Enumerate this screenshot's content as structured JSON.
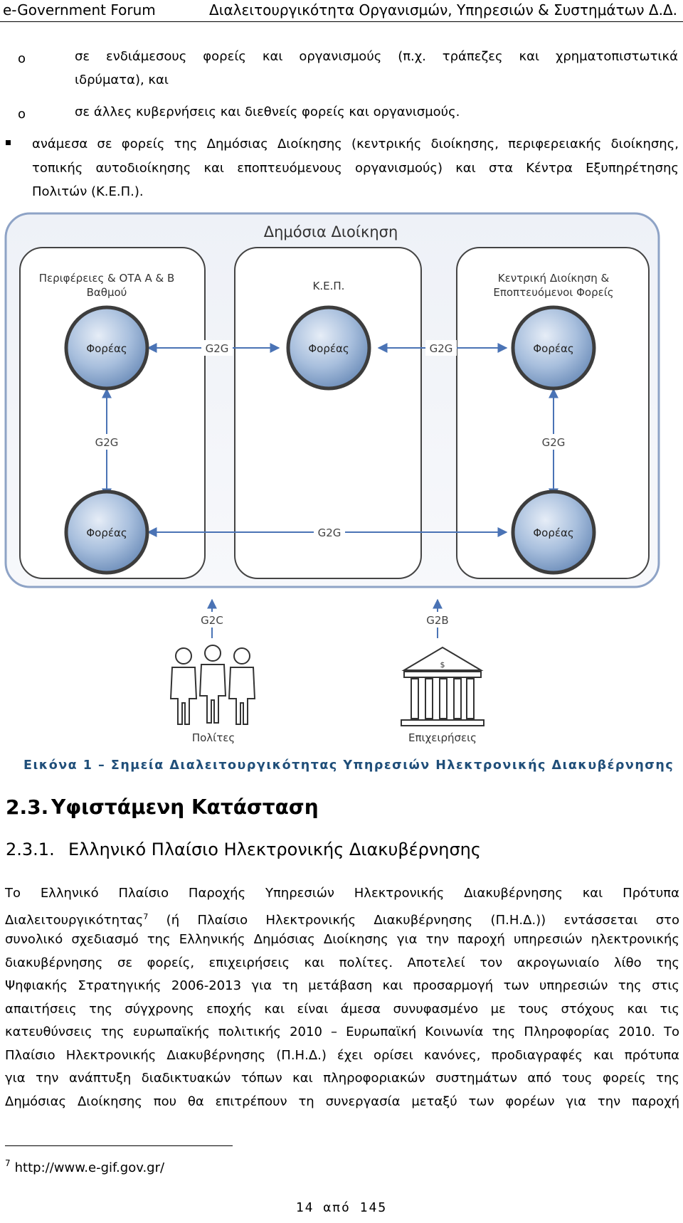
{
  "header": {
    "left": "e-Government Forum",
    "right": "Διαλειτουργικότητα Οργανισμών, Υπηρεσιών & Συστημάτων Δ.Δ."
  },
  "bullets": {
    "sub1_line1": "σε ενδιάμεσους φορείς και οργανισμούς (π.χ. τράπεζες και χρηματοπιστωτικά",
    "sub1_line2": "ιδρύματα), και",
    "sub2": "σε άλλες κυβερνήσεις και διεθνείς φορείς και οργανισμούς.",
    "main_line1": "ανάμεσα σε φορείς της Δημόσιας Διοίκησης (κεντρικής διοίκησης, περιφερειακής διοίκησης,",
    "main_line2": "τοπικής αυτοδιοίκησης και εποπτευόμενους οργανισμούς) και στα Κέντρα Εξυπηρέτησης",
    "main_line3": "Πολιτών (Κ.Ε.Π.)."
  },
  "diagram": {
    "title": "Δημόσια Διοίκηση",
    "col_left_line1": "Περιφέρειες & ΟΤΑ Α & Β",
    "col_left_line2": "Βαθμού",
    "col_mid": "Κ.Ε.Π.",
    "col_right_line1": "Κεντρική Διοίκηση &",
    "col_right_line2": "Εποπτευόμενοι Φορείς",
    "node": "Φορέας",
    "g2g": "G2G",
    "g2c": "G2C",
    "g2b": "G2B",
    "citizens": "Πολίτες",
    "businesses": "Επιχειρήσεις",
    "bank_symbol": "$"
  },
  "caption": "Εικόνα 1 – Σημεία Διαλειτουργικότητας Υπηρεσιών Ηλεκτρονικής Διακυβέρνησης",
  "section": {
    "num": "2.3.",
    "title": "Υφιστάμενη Κατάσταση"
  },
  "subsection": {
    "num": "2.3.1.",
    "title": "Ελληνικό Πλαίσιο Ηλεκτρονικής Διακυβέρνησης"
  },
  "paragraph": {
    "l1": "Το Ελληνικό Πλαίσιο Παροχής Υπηρεσιών Ηλεκτρονικής Διακυβέρνησης και Πρότυπα",
    "l2a": "Διαλειτουργικότητας",
    "l2_fn": "7",
    "l2b": " (ή Πλαίσιο Ηλεκτρονικής Διακυβέρνησης (Π.Η.Δ.)) εντάσσεται στο",
    "l3": "συνολικό σχεδιασμό της Ελληνικής Δημόσιας Διοίκησης για την παροχή υπηρεσιών ηλεκτρονικής",
    "l4": "διακυβέρνησης σε φορείς, επιχειρήσεις και πολίτες. Αποτελεί τον ακρογωνιαίο λίθο της",
    "l5": "Ψηφιακής Στρατηγικής 2006-2013 για τη μετάβαση και προσαρμογή των υπηρεσιών της στις",
    "l6": "απαιτήσεις της σύγχρονης εποχής και είναι άμεσα συνυφασμένο με τους στόχους και τις",
    "l7": "κατευθύνσεις της ευρωπαϊκής πολιτικής 2010 – Ευρωπαϊκή Κοινωνία της Πληροφορίας 2010. Το",
    "l8": "Πλαίσιο Ηλεκτρονικής Διακυβέρνησης (Π.Η.Δ.) έχει ορίσει κανόνες, προδιαγραφές και πρότυπα",
    "l9": "για την ανάπτυξη διαδικτυακών τόπων και πληροφοριακών συστημάτων από τους φορείς της",
    "l10": "Δημόσιας Διοίκησης που θα επιτρέπουν τη συνεργασία μεταξύ των φορέων για την παροχή"
  },
  "footnote": {
    "num": "7",
    "text": "http://www.e-gif.gov.gr/"
  },
  "page": "14 από 145"
}
